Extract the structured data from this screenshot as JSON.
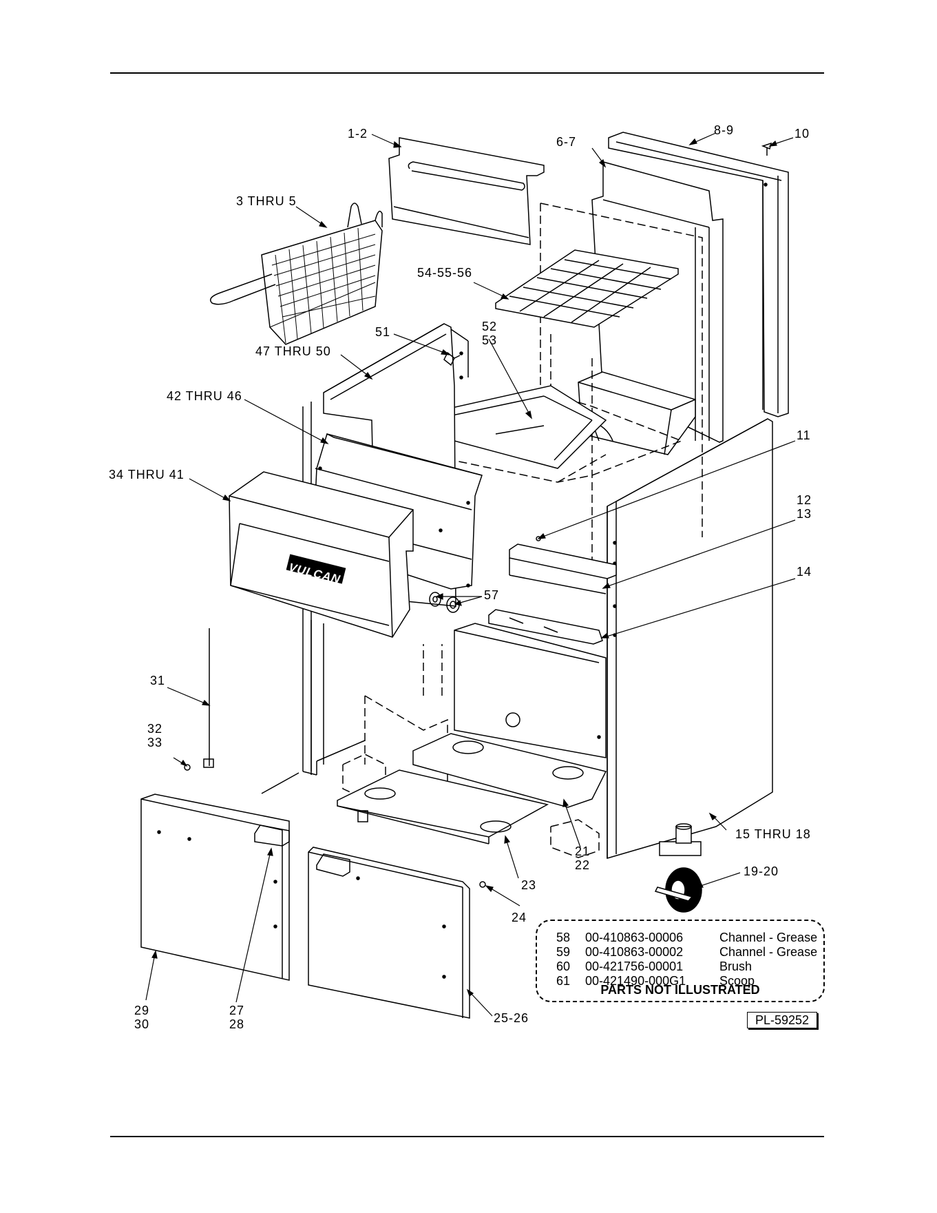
{
  "callouts": {
    "c1_2": "1-2",
    "c3_5": "3 THRU 5",
    "c6_7": "6-7",
    "c8_9": "8-9",
    "c10": "10",
    "c54_56": "54-55-56",
    "c51": "51",
    "c52_53": "52\n53",
    "c47_50": "47 THRU 50",
    "c42_46": "42 THRU 46",
    "c34_41": "34 THRU 41",
    "c11": "11",
    "c12_13": "12\n13",
    "c14": "14",
    "c57": "57",
    "c31": "31",
    "c32_33": "32\n33",
    "c15_18": "15 THRU 18",
    "c19_20": "19-20",
    "c21_22": "21\n22",
    "c23": "23",
    "c24": "24",
    "c25_26": "25-26",
    "c27_28": "27\n28",
    "c29_30": "29\n30"
  },
  "logo_text": "VULCAN",
  "parts_not_illustrated": {
    "title": "PARTS NOT ILLUSTRATED",
    "rows": [
      {
        "item": "58",
        "part_number": "00-410863-00006",
        "description": "Channel - Grease"
      },
      {
        "item": "59",
        "part_number": "00-410863-00002",
        "description": "Channel - Grease"
      },
      {
        "item": "60",
        "part_number": "00-421756-00001",
        "description": "Brush"
      },
      {
        "item": "61",
        "part_number": "00-421490-000G1",
        "description": "Scoop"
      }
    ]
  },
  "drawing_id": "PL-59252"
}
